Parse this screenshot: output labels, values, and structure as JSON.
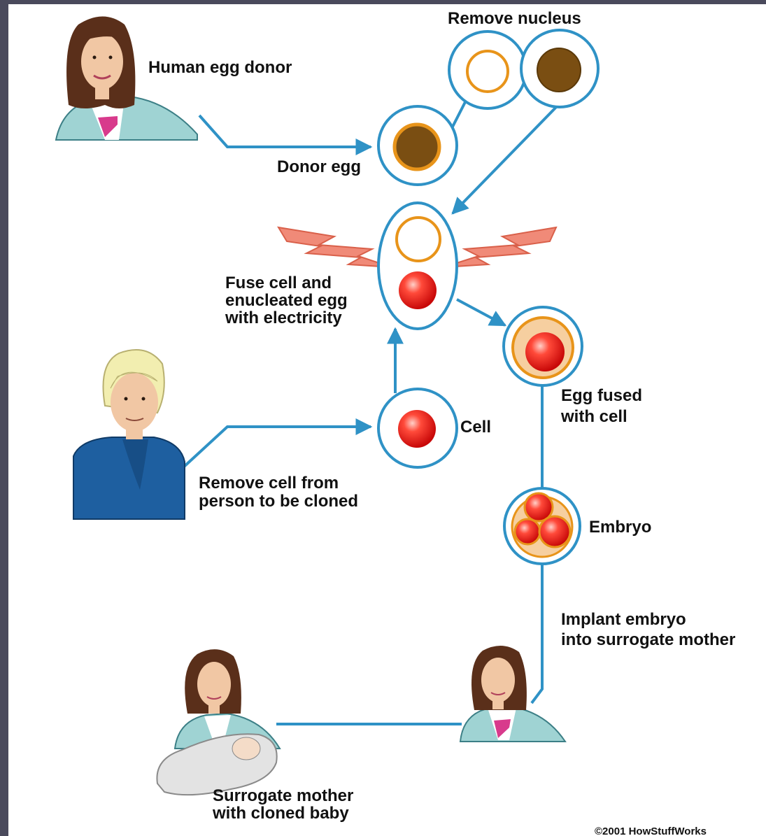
{
  "labels": {
    "human_egg_donor": "Human egg donor",
    "remove_nucleus": "Remove nucleus",
    "donor_egg": "Donor egg",
    "fuse_line1": "Fuse cell and",
    "fuse_line2": "enucleated egg",
    "fuse_line3": "with electricity",
    "egg_fused_line1": "Egg fused",
    "egg_fused_line2": "with cell",
    "cell": "Cell",
    "remove_cell_line1": "Remove cell from",
    "remove_cell_line2": "person to be cloned",
    "embryo": "Embryo",
    "implant_line1": "Implant embryo",
    "implant_line2": "into surrogate mother",
    "surrogate_line1": "Surrogate mother",
    "surrogate_line2": "with cloned baby",
    "copyright": "©2001 HowStuffWorks"
  },
  "colors": {
    "flow_line": "#2f92c6",
    "egg_outline": "#e8941a",
    "nucleus": "#7a4e12",
    "cell_red": "#e01818",
    "spark": "#f08a78",
    "jacket": "#9fd3d3",
    "sweater": "#1e5fa0"
  }
}
